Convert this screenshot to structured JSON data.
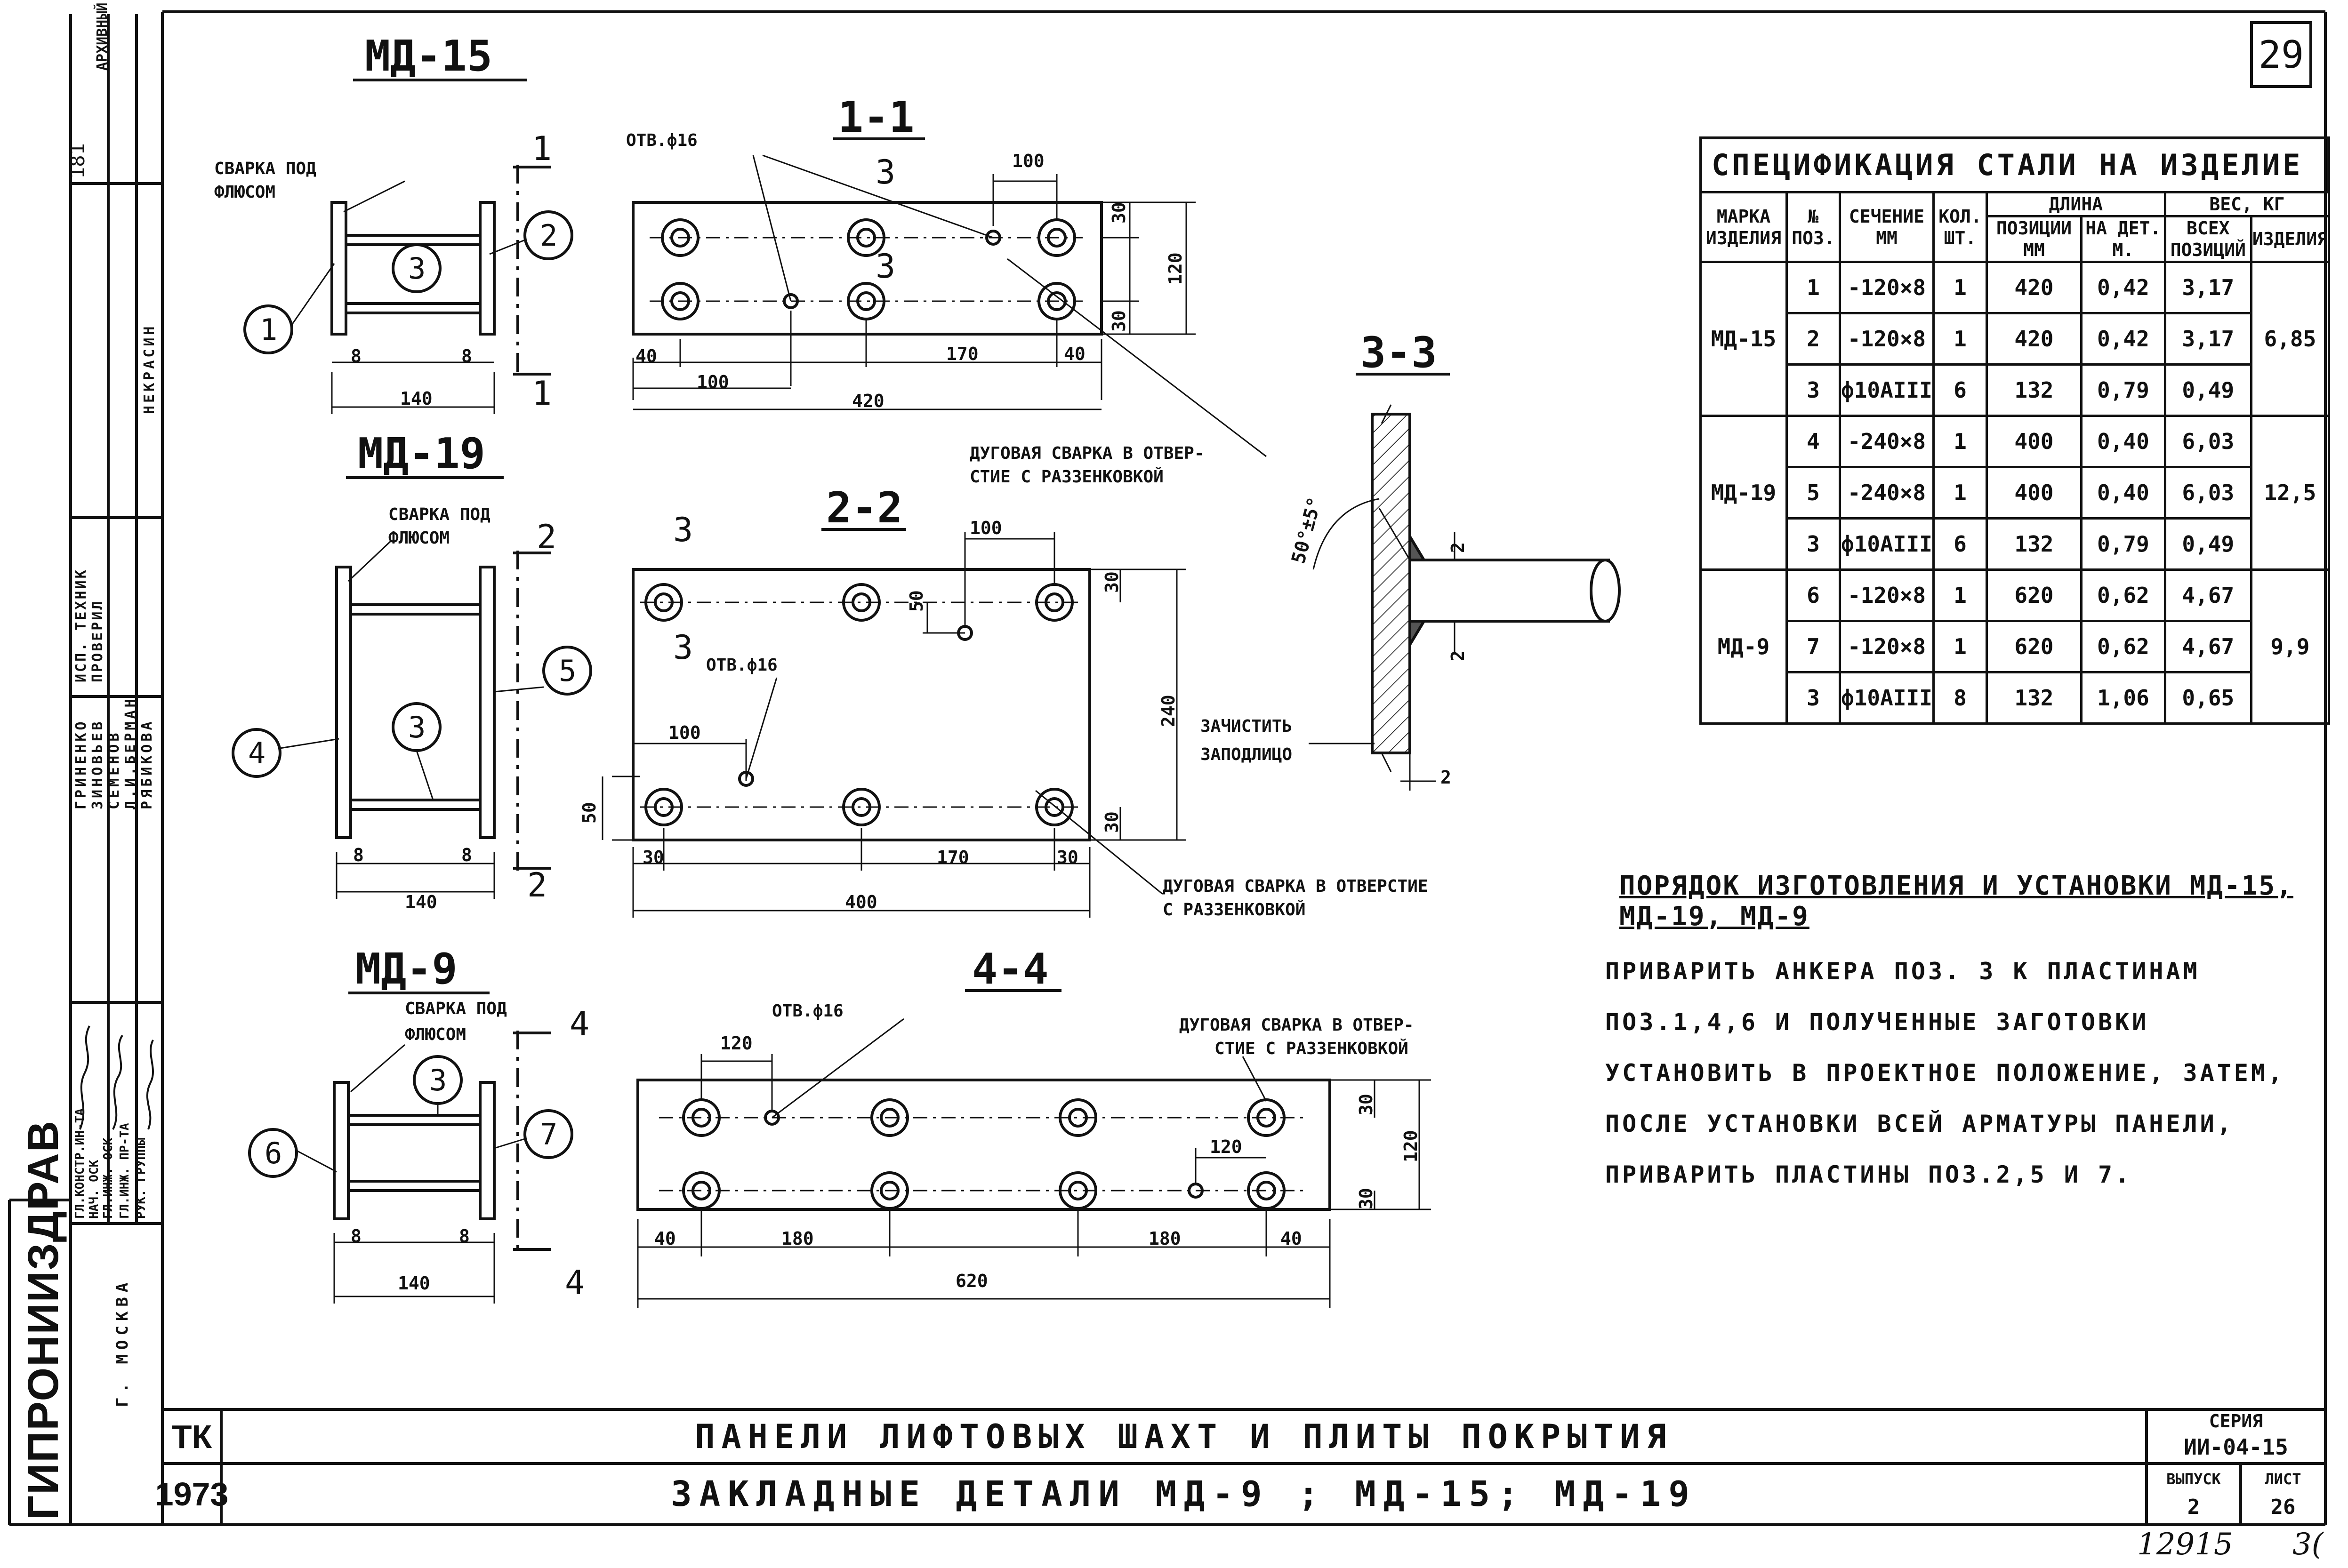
{
  "sheet_number": "29",
  "stamp_number": "12915",
  "stamp_suffix": "3(",
  "views": {
    "md15": "МД-15",
    "md19": "МД-19",
    "md9": "МД-9",
    "s11": "1-1",
    "s22": "2-2",
    "s33": "3-3",
    "s44": "4-4"
  },
  "notes": {
    "weld_flux": "СВАРКА ПОД",
    "weld_flux2": "ФЛЮСОМ",
    "hole": "ОТВ.ф16",
    "arc_weld_a": "ДУГОВАЯ СВАРКА В ОТВЕР-",
    "arc_weld_b": "СТИЕ С РАЗЗЕНКОВКОЙ",
    "arc_weld_c": "ДУГОВАЯ СВАРКА В ОТВЕРСТИЕ",
    "arc_weld_d": "С РАЗЗЕНКОВКОЙ",
    "clean_a": "ЗАЧИСТИТЬ",
    "clean_b": "ЗАПОДЛИЦО",
    "angle": "50°±5°"
  },
  "dims": {
    "d8": "8",
    "d140": "140",
    "d100": "100",
    "d30": "30",
    "d120": "120",
    "d40": "40",
    "d170": "170",
    "d420": "420",
    "d400": "400",
    "d240": "240",
    "d50": "50",
    "d180": "180",
    "d620": "620",
    "d2": "2",
    "d3": "3",
    "d1": "1",
    "d4": "4"
  },
  "positions": [
    "1",
    "2",
    "3",
    "4",
    "5",
    "6",
    "7"
  ],
  "spec": {
    "title": "СПЕЦИФИКАЦИЯ СТАЛИ НА ИЗДЕЛИЕ",
    "headers": {
      "mark": "МАРКА ИЗДЕЛИЯ",
      "pos": "№ ПОЗ.",
      "section": "СЕЧЕНИЕ ММ",
      "qty": "КОЛ. ШТ.",
      "length": "ДЛИНА",
      "len_pos": "ПОЗИЦИИ ММ",
      "len_det": "НА ДЕТ. М.",
      "weight": "ВЕС, КГ",
      "w_all": "ВСЕХ ПОЗИЦИЙ",
      "w_item": "ИЗДЕЛИЯ"
    },
    "groups": [
      {
        "mark": "МД-15",
        "total": "6,85",
        "rows": [
          {
            "pos": "1",
            "sec": "-120×8",
            "qty": "1",
            "len": "420",
            "det": "0,42",
            "w": "3,17"
          },
          {
            "pos": "2",
            "sec": "-120×8",
            "qty": "1",
            "len": "420",
            "det": "0,42",
            "w": "3,17"
          },
          {
            "pos": "3",
            "sec": "ф10АIII",
            "qty": "6",
            "len": "132",
            "det": "0,79",
            "w": "0,49"
          }
        ]
      },
      {
        "mark": "МД-19",
        "total": "12,5",
        "rows": [
          {
            "pos": "4",
            "sec": "-240×8",
            "qty": "1",
            "len": "400",
            "det": "0,40",
            "w": "6,03"
          },
          {
            "pos": "5",
            "sec": "-240×8",
            "qty": "1",
            "len": "400",
            "det": "0,40",
            "w": "6,03"
          },
          {
            "pos": "3",
            "sec": "ф10АIII",
            "qty": "6",
            "len": "132",
            "det": "0,79",
            "w": "0,49"
          }
        ]
      },
      {
        "mark": "МД-9",
        "total": "9,9",
        "rows": [
          {
            "pos": "6",
            "sec": "-120×8",
            "qty": "1",
            "len": "620",
            "det": "0,62",
            "w": "4,67"
          },
          {
            "pos": "7",
            "sec": "-120×8",
            "qty": "1",
            "len": "620",
            "det": "0,62",
            "w": "4,67"
          },
          {
            "pos": "3",
            "sec": "ф10АIII",
            "qty": "8",
            "len": "132",
            "det": "1,06",
            "w": "0,65"
          }
        ]
      }
    ]
  },
  "procedure": {
    "title": "ПОРЯДОК ИЗГОТОВЛЕНИЯ И УСТАНОВКИ МД-15, МД-19, МД-9",
    "text": "ПРИВАРИТЬ АНКЕРА ПОЗ. 3 К ПЛАСТИНАМ ПОЗ.1,4,6 И ПОЛУЧЕННЫЕ ЗАГОТОВКИ УСТАНОВИТЬ В ПРОЕКТНОЕ ПОЛОЖЕНИЕ, ЗАТЕМ, ПОСЛЕ УСТАНОВКИ ВСЕЙ АРМАТУРЫ ПАНЕЛИ, ПРИВАРИТЬ ПЛАСТИНЫ ПОЗ.2,5 И 7."
  },
  "title_block": {
    "org": "ГИПРОНИИЗДРАВ",
    "city": "Г. МОСКВА",
    "tk": "ТК",
    "year": "1973",
    "title1": "ПАНЕЛИ ЛИФТОВЫХ ШАХТ И ПЛИТЫ ПОКРЫТИЯ",
    "title2": "ЗАКЛАДНЫЕ ДЕТАЛИ МД-9 ; МД-15; МД-19",
    "series_label": "СЕРИЯ",
    "series": "ИИ-04-15",
    "issue_label": "ВЫПУСК",
    "issue": "2",
    "sheet_label": "ЛИСТ",
    "sheet": "26"
  },
  "side_stamp": {
    "archive_label": "АРХИВНЫЙ №",
    "archive_no": "181",
    "roles": [
      "ГЛ.КОНСТР.ИН-ТА",
      "НАЧ. ОСК",
      "ГЛ.ИНЖ. ОСК",
      "ГЛ.ИНЖ. ПР-ТА",
      "РУК. ГРУППЫ"
    ],
    "names": [
      "ГРИНЕНКО",
      "ЗИНОВЬЕВ",
      "СЕМЕНОВ",
      "Л.И.БЕРМАН",
      "РЯБИКОВА"
    ],
    "extra": [
      "ИСП. ТЕХНИК",
      "ПРОВЕРИЛ",
      "НЕКРАСИН"
    ]
  }
}
